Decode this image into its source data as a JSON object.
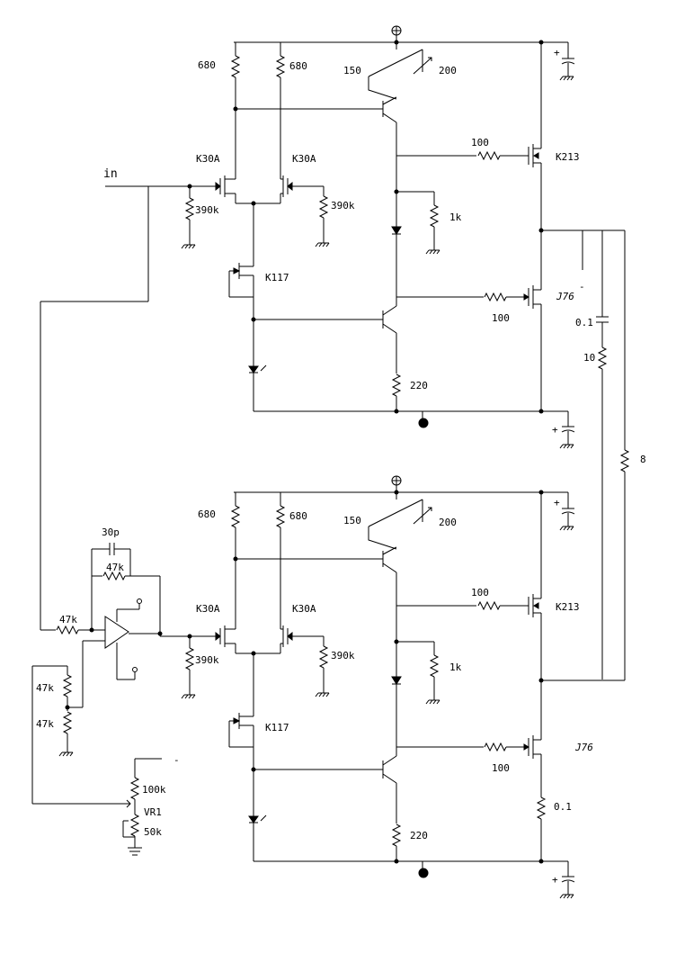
{
  "labels": {
    "in": "in",
    "r680": "680",
    "r150": "150",
    "r200": "200",
    "r100": "100",
    "r1k": "1k",
    "r390k": "390k",
    "r220": "220",
    "k30a": "K30A",
    "k117": "K117",
    "k213": "K213",
    "j76": "J76",
    "r47k": "47k",
    "c30p": "30p",
    "r100k": "100k",
    "vr1": "VR1",
    "r50k": "50k",
    "c01": "0.1",
    "r10": "10",
    "r8": "8",
    "r01": "0.1",
    "plus": "+",
    "minus": "-"
  }
}
